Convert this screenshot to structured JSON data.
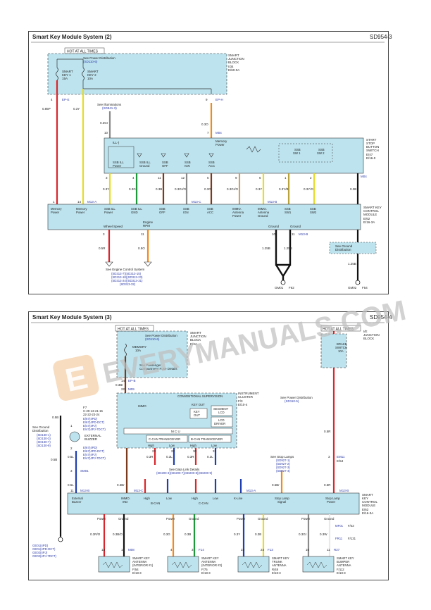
{
  "page1": {
    "title": "Smart Key Module System (2)",
    "code": "SD954-3",
    "hot_at_all_times": "HOT AT ALL TIMES",
    "see_power_distribution": "See Power Distribution",
    "power_ref": "(SD110-6)",
    "fuse1_line1": "SMART",
    "fuse1_line2": "KEY 1",
    "fuse1_line3": "15A",
    "fuse2_line1": "SMART",
    "fuse2_line2": "KEY 2",
    "fuse2_line3": "10A",
    "junction_line1": "SMART",
    "junction_line2": "JUNCTION",
    "junction_line3": "BLOCK",
    "junction_ref": "I/34",
    "junction_ref2": "E/60-0A",
    "illum_label": "See Illuminations",
    "illum_ref": "(SD941-3)",
    "pin_left": "4",
    "conn_left": "EP-E",
    "pin_right": "9",
    "conn_right": "EP-H",
    "wire_085p": "0.85P",
    "wire_03y": "0.3Y",
    "wire_03gr": "0.3Gr",
    "wire_03o": "0.3O",
    "pin_10": "10",
    "pin_7": "7",
    "conn_m04": "M04",
    "ill_label": "ILL-)",
    "memory_power": "Memory",
    "memory_power2": "Power",
    "ssb_ill_power": "SSB ILL",
    "ssb_ill_power2": "Power",
    "ssb_ill_ground": "SSB ILL",
    "ssb_ill_ground2": "Ground",
    "ssb_off": "SSB",
    "ssb_off2": "OFF",
    "ssb_ign": "SSB",
    "ssb_ign2": "IGN",
    "ssb_acc": "SSB",
    "ssb_acc2": "ACC",
    "ssb_sw1": "SSB",
    "ssb_sw1b": "SW 1",
    "ssb_sw2": "SSB",
    "ssb_sw2b": "SW 2",
    "start_stop_line1": "START",
    "start_stop_line2": "STOP",
    "start_stop_line3": "BUTTON",
    "start_stop_line4": "SWITCH",
    "start_stop_ref": "E/47",
    "start_stop_ref2": "E/16-0",
    "mid_pins": [
      "3",
      "4",
      "11",
      "12",
      "5",
      "9",
      "6",
      "1",
      "2"
    ],
    "mid_wires": [
      "0.3Y",
      "0.3G",
      "0.3B",
      "0.3Gr/O",
      "0.3G",
      "0.3Gr/O",
      "0.3Y",
      "0.3Y/B",
      "0.3Y/G",
      "0.3B"
    ],
    "conn_m04b": "M04",
    "module_pins": [
      "1",
      "14",
      "13",
      "12",
      "7",
      "12",
      "15",
      "2",
      "13",
      "25",
      "8"
    ],
    "conn_m135a": "M13-A",
    "conn_m13c": "M13-C",
    "conn_m13b": "M13-B",
    "mod_labels": [
      "Memory",
      "Memory",
      "SSB ILL",
      "SSB ILL",
      "SSB",
      "SSB",
      "SSB",
      "IMMO.",
      "IMMO.",
      "SSB",
      "SSB"
    ],
    "mod_labels2": [
      "Power",
      "Power",
      "Power",
      "GND",
      "OFF",
      "IGN",
      "ACC",
      "Antenna",
      "Antenna",
      "SW1",
      "SW2"
    ],
    "mod_labels3": [
      "",
      "",
      "",
      "",
      "",
      "",
      "",
      "Power",
      "Ground",
      "",
      ""
    ],
    "smart_key_ctrl": "SMART KEY",
    "smart_key_ctrl2": "CONTROL",
    "smart_key_ctrl3": "MODULE",
    "smart_key_ref": "E/62",
    "smart_key_ref2": "E/16-3A",
    "wheel_speed": "Wheel Speed",
    "engine_rpm": "Engine",
    "engine_rpm2": "RPM",
    "ground_a": "Ground",
    "ground_b": "Ground",
    "pins_bottom": [
      "3",
      "11",
      "10",
      "11"
    ],
    "wires_bottom": [
      "0.5R",
      "0.5O",
      "1.25B",
      "1.25B",
      "1.25B"
    ],
    "see_engine": "See Engine Control System",
    "engine_refs": [
      "(SD313-7)(SD313-15)",
      "(SD313-18)(SD313-23)",
      "(SD313-24)(SD313-31)",
      "(SD313-32)"
    ],
    "see_ground": "See Ground",
    "see_ground2": "Distribution",
    "g_left": "GM01",
    "g_left_ref": "F62",
    "g_right": "GM02",
    "g_right_ref": "F54"
  },
  "page2": {
    "title": "Smart Key Module System (3)",
    "code": "SD954-4",
    "hot_at_all_times": "HOT AT ALL TIMES",
    "see_power_distribution": "See Power Distribution",
    "power_ref": "(SD110-6)",
    "memory_fuse": "MEMORY",
    "memory_fuse2": "10A",
    "junction_line1": "SMART",
    "junction_line2": "JUNCTION",
    "junction_line3": "BLOCK",
    "junction_ref": "E/34",
    "see_passenger": "See Passenger",
    "see_passenger2": "Compartment Fuse Details",
    "pin_14": "14",
    "conn_ep": "EP-B",
    "wire_03br": "0.3Br",
    "pin_22": "22",
    "conn_m09": "M09",
    "conventional": "CONVENTIONAL SUPERVISION",
    "instrument_cluster": "INSTRUMENT",
    "instrument_cluster2": "CLUSTER",
    "instrument_ref": "F/3",
    "instrument_ref2": "E/10-4",
    "immo_label": "IMMO",
    "key_out": "KEY OUT",
    "key_out_box": "KEY",
    "key_out_box2": "OUT",
    "segment_lcd": "SEGMENT",
    "segment_lcd2": "LCD",
    "lcd_driver": "LCD",
    "lcd_driver2": "DRIVER",
    "mcu": "M C U",
    "ccan": "C-CAN TRANSCEIVER",
    "bcan": "B-CAN TRANSCEIVER",
    "high": "High",
    "low": "Low",
    "high2": "High",
    "low2": "Low",
    "pins_can": [
      "23",
      "22",
      "30",
      "31"
    ],
    "wires_can": [
      "0.3R",
      "0.3L",
      "0.3R",
      "0.3L"
    ],
    "see_data_link": "See Data Link Details",
    "data_link_refs": "(SD200-3)(SD200-7)(SD200-8)(SD200-9)",
    "see_stop_lamps": "See Stop Lamps",
    "stop_lamps_refs": [
      "(SD927-1)",
      "(SD927-2)",
      "(SD927-3)",
      "(SD927-4)"
    ],
    "see_power_dist2": "See Power Distribution",
    "power_ref2": "(SD110-5)",
    "brake_block": "BRAKE",
    "brake_block2": "SWITCH",
    "brake_block3": "10A",
    "ie_junction": "I/E",
    "ie_junction2": "JUNCTION",
    "ie_junction3": "BLOCK",
    "hot_right": "HOT AT ALL TIMES",
    "wire_05r": "0.5R",
    "pin_3": "3",
    "conn_em11": "EM11",
    "conn_ep14": "E/54",
    "ext_buzzer_label": "EXTERNAL",
    "ext_buzzer_label2": "BUZZER",
    "buzzer_pins": [
      "1",
      "2"
    ],
    "connector_list": [
      "E/67(4PD)",
      "E/67(4PD-DCT)",
      "E/47(4PJ)",
      "E/47(4PJ-7DCT)"
    ],
    "connector_list2": [
      "E/67(4PD)",
      "E/67(4PD-DCT)",
      "E/47(4PJ)",
      "E/47(4PJ-7DCT)"
    ],
    "top_conn": "F7",
    "top_conn_refs": "C-29-13-21-15",
    "top_conn_refs2": "22-22-23-24",
    "see_ground_dist": "See Ground",
    "see_ground_dist2": "Distribution",
    "ground_refs": [
      "(SD130-1)",
      "(SD130-3)",
      "(SD130-7)",
      "(SD130-9)"
    ],
    "wire_05b": "0.5B",
    "wire_05l": "0.5L",
    "pin_3b": "3",
    "conn_sm01": "SM01",
    "wire_05l2": "0.5L",
    "pin_11": "11",
    "conn_m13b": "M13-B",
    "ground_conn": "GE01",
    "ground_conn_list": [
      "GE01(4PD)",
      "GE01(4PD-DCT)",
      "GE02(4PJ)",
      "GE02(4PJ-7DCT)"
    ],
    "wire_03br2": "0.3Br",
    "wire_03b2": "0.3B",
    "wire_03r": "0.3R",
    "wire_03l": "0.3L",
    "module_pins": [
      "2",
      "12",
      "25",
      "26",
      "7",
      "2",
      "4",
      "16"
    ],
    "module_labels": [
      "External",
      "IMMO.",
      "High",
      "Low",
      "High",
      "Low",
      "K-Line",
      "Stop Lamp",
      "Stop Lamp"
    ],
    "module_labels2": [
      "Buzzer",
      "IND",
      "B-CAN",
      "",
      "C-CAN",
      "",
      "",
      "Signal",
      "Power"
    ],
    "conn_m13c": "M13-C",
    "conn_m13a": "M13-A",
    "conn_m13b2": "M13-B",
    "smart_key_ctrl": "SMART",
    "smart_key_ctrl2": "KEY",
    "smart_key_ctrl3": "CONTROL",
    "smart_key_ctrl4": "MODULE",
    "smart_key_ref": "E/62",
    "smart_key_ref2": "E/16-3A",
    "ant_labels": [
      "Power",
      "Ground",
      "Power",
      "Ground",
      "Power",
      "Ground",
      "Power",
      "Ground"
    ],
    "ant_wires": [
      "0.3R/O",
      "0.3B/O",
      "0.3G",
      "0.3B",
      "0.3Y",
      "0.3B",
      "0.3Gr",
      "0.3W"
    ],
    "ant_pins": [
      "14",
      "15",
      "4",
      "3",
      "23",
      "24",
      "10",
      "11"
    ],
    "ant_conns": [
      "M08",
      "F14",
      "F13",
      "R27"
    ],
    "antenna1": "SMART KEY",
    "antenna1b": "ANTENNA",
    "antenna1c": "(INTERIOR #1)",
    "antenna1_ref": "F/54",
    "antenna1_ref2": "E/18-3",
    "antenna2": "SMART KEY",
    "antenna2b": "ANTENNA",
    "antenna2c": "(INTERIOR #2)",
    "antenna2_ref": "F/75",
    "antenna2_ref2": "E/18-3",
    "antenna3": "SMART KEY",
    "antenna3b": "TRUNK",
    "antenna3c": "ANTENNA",
    "antenna3_ref": "R/48",
    "antenna3_ref2": "E/18-3",
    "antenna4": "SMART KEY",
    "antenna4b": "BUMPER",
    "antenna4c": "ANTENNA",
    "antenna4_ref": "F/112",
    "antenna4_ref2": "E/18-3",
    "right_pins_labels": [
      "MF01",
      "F/43",
      "FR11",
      "F/131"
    ],
    "wire_05br": "0.5Br",
    "pin_16": "16",
    "wire_05r2": "0.5R"
  },
  "watermark": "EVERYMANUALS.COM",
  "colors": {
    "light_blue": "#bde3ee",
    "red": "#d9262c",
    "yellow": "#e6dc2a",
    "green": "#1c9a3a",
    "brown": "#7a3b1c",
    "gray": "#8a8a8a",
    "black": "#111111",
    "blue": "#1f3fb0",
    "orange": "#f08a1c",
    "watermark": "#bfbfbf"
  }
}
